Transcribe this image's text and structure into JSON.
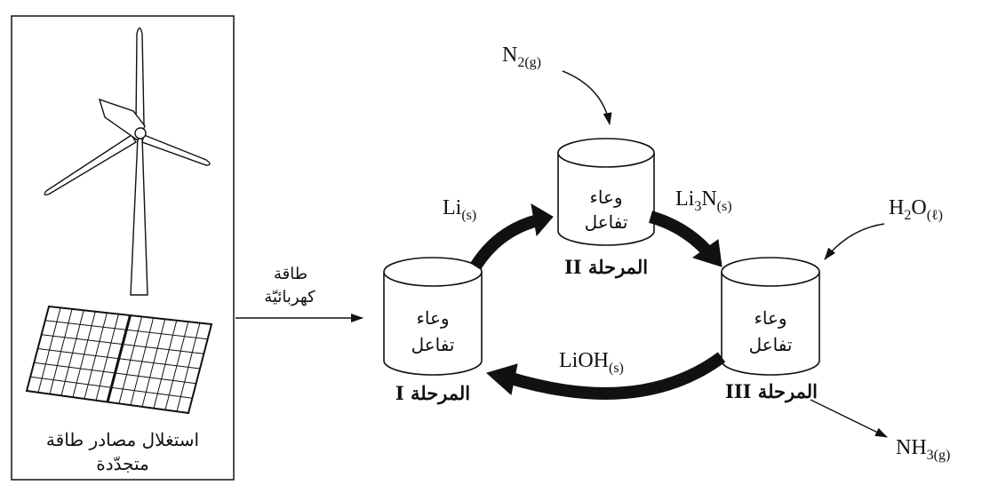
{
  "energy_panel": {
    "caption_line1": "استغلال مصادر طاقة",
    "caption_line2": "متجدّدة"
  },
  "energy_arrow": {
    "line1": "طاقة",
    "line2": "كهربائيّة"
  },
  "tanks": {
    "tank1": {
      "line1": "وعاء",
      "line2": "تفاعل",
      "stage": "المرحلة I"
    },
    "tank2": {
      "line1": "وعاء",
      "line2": "تفاعل",
      "stage": "المرحلة II"
    },
    "tank3": {
      "line1": "وعاء",
      "line2": "تفاعل",
      "stage": "المرحلة III"
    }
  },
  "species": {
    "li": {
      "base": "Li",
      "sub": "(s)"
    },
    "n2": {
      "base": "N",
      "sub": "2(g)"
    },
    "li3n": {
      "base": "Li",
      "mid_sub": "3",
      "base2": "N",
      "sub": "(s)"
    },
    "h2o": {
      "base": "H",
      "mid_sub": "2",
      "base2": "O",
      "sub": "(ℓ)"
    },
    "lioh": {
      "base": "LiOH",
      "sub": "(s)"
    },
    "nh3": {
      "base": "NH",
      "sub": "3(g)"
    }
  }
}
